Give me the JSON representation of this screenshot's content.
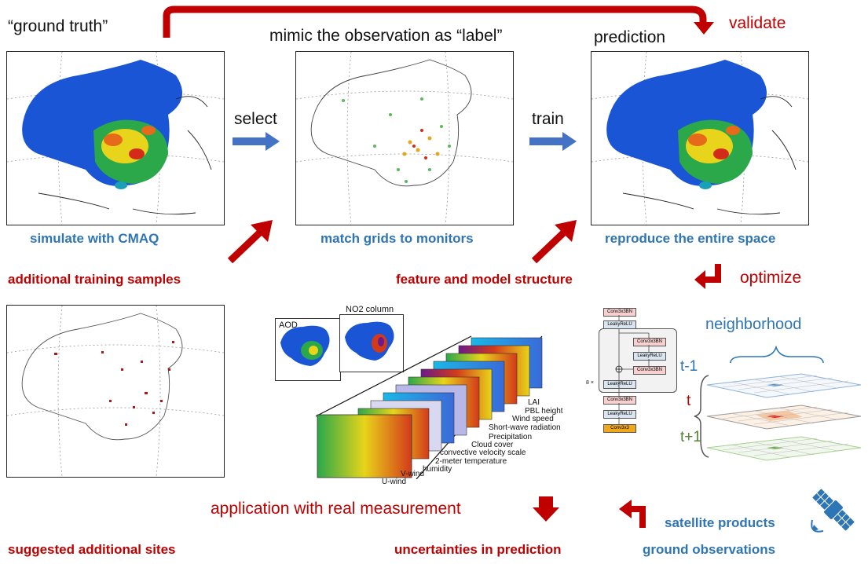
{
  "top": {
    "ground_truth": "“ground truth”",
    "mimic": "mimic the observation as “label”",
    "prediction": "prediction",
    "validate": "validate"
  },
  "arrows": {
    "select": "select",
    "train": "train"
  },
  "captions": {
    "simulate": "simulate with CMAQ",
    "match": "match grids to monitors",
    "reproduce": "reproduce the entire space"
  },
  "feedback": {
    "additional_samples": "additional training samples",
    "feature_model": "feature and model structure",
    "optimize": "optimize"
  },
  "inputs": {
    "aod": "AOD",
    "no2": "NO2 column",
    "layers": [
      "LAI",
      "PBL height",
      "Wind speed",
      "Short-wave radiation",
      "Precipitation",
      "Cloud cover",
      "convective velocity scale",
      "2-meter temperature",
      "humidity",
      "V-wind",
      "U-wind"
    ]
  },
  "network": {
    "conv1": "Conv3x3BN",
    "relu1": "LeakyReLU",
    "conv2": "Conv3x3BN",
    "relu2": "LeakyReLU",
    "conv3": "Conv3x3BN",
    "relu3": "LeakyReLU",
    "repeat": "8 ×",
    "conv4": "Conv3x3BN",
    "relu4": "LeakyReLU",
    "conv5": "Conv3x3"
  },
  "neighborhood": {
    "title": "neighborhood",
    "t_minus": "t-1",
    "t": "t",
    "t_plus": "t+1"
  },
  "bottom": {
    "application": "application with real measurement",
    "suggested": "suggested additional sites",
    "uncertainties": "uncertainties in prediction",
    "satellite": "satellite products",
    "ground": "ground observations"
  },
  "colors": {
    "red": "#c00000",
    "blue": "#2e75b6",
    "arrow_blue": "#4472c4",
    "green": "#548235"
  }
}
